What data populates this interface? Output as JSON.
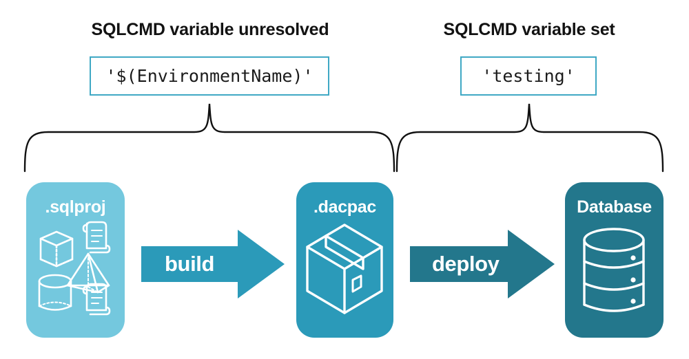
{
  "diagram": {
    "title_context": "SQLCMD variable resolution in SQL project build and deploy pipeline",
    "headings": {
      "left": "SQLCMD variable unresolved",
      "right": "SQLCMD variable set"
    },
    "code_boxes": {
      "left_value": "'$(EnvironmentName)'",
      "right_value": "'testing'"
    },
    "nodes": [
      {
        "id": "sqlproj",
        "label": ".sqlproj",
        "color": "#74C8DE",
        "icons": [
          "cube-icon",
          "scroll-icon",
          "pyramid-icon",
          "cylinder-icon",
          "scroll-icon"
        ]
      },
      {
        "id": "dacpac",
        "label": ".dacpac",
        "color": "#2B9AB9",
        "icons": [
          "package-box-icon"
        ]
      },
      {
        "id": "database",
        "label": "Database",
        "color": "#23778C",
        "icons": [
          "database-cylinder-icon"
        ]
      }
    ],
    "arrows": [
      {
        "id": "build",
        "label": "build",
        "color": "#2B9AB9"
      },
      {
        "id": "deploy",
        "label": "deploy",
        "color": "#23778C"
      }
    ],
    "braces": {
      "left_spans": ".sqlproj to .dacpac",
      "right_spans": ".dacpac to Database",
      "color": "#111111"
    },
    "colors": {
      "light_teal": "#74C8DE",
      "mid_teal": "#2B9AB9",
      "dark_teal": "#23778C",
      "border_teal": "#3FA8C4",
      "text_black": "#121212",
      "background": "#FFFFFF"
    }
  }
}
